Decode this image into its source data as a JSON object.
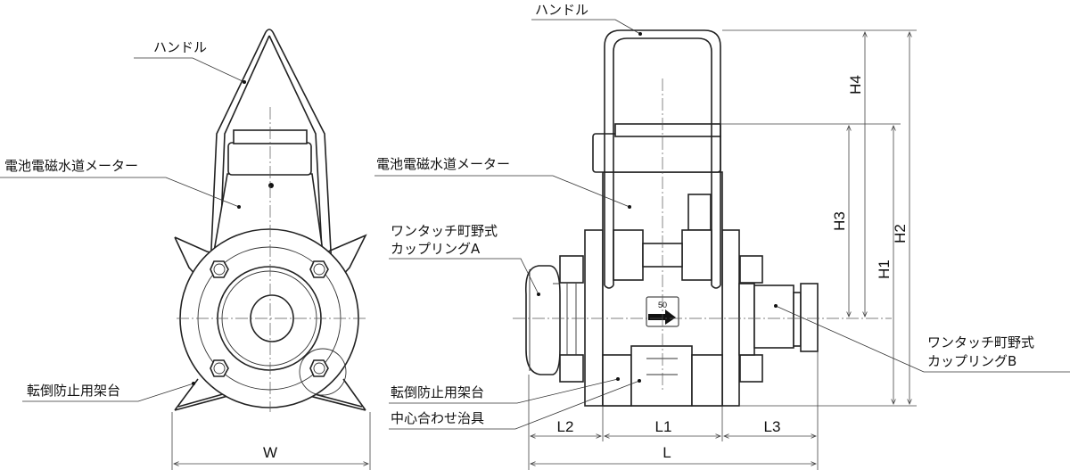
{
  "labels": {
    "handle": "ハンドル",
    "meter": "電池電磁水道メーター",
    "coupling_a_line1": "ワンタッチ町野式",
    "coupling_a_line2": "カップリングA",
    "coupling_b_line1": "ワンタッチ町野式",
    "coupling_b_line2": "カップリングB",
    "stand": "転倒防止用架台",
    "centering_jig": "中心合わせ治具"
  },
  "dimensions": {
    "W": "W",
    "L": "L",
    "L1": "L1",
    "L2": "L2",
    "L3": "L3",
    "H1": "H1",
    "H2": "H2",
    "H3": "H3",
    "H4": "H4"
  },
  "flow_plate": "50"
}
